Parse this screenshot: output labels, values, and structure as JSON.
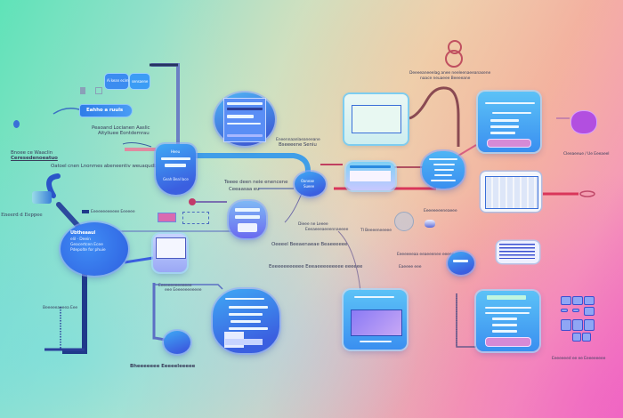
{
  "diagram": {
    "type": "flowchart-illustration",
    "note": "All labels in the source are AI-generated pseudo-text; strings below are shape-approximate placeholders.",
    "colors": {
      "background_left": "#5fe3b8",
      "background_right": "#f06cc0",
      "node_blue": "#3fa9f5",
      "node_indigo": "#3b5fe0",
      "connector_blue": "#3f9ee8",
      "connector_red": "#d9365a",
      "connector_navy": "#2b3f9a",
      "connector_brown": "#8a4a52",
      "accent_purple": "#b24fe0"
    },
    "nodes": {
      "top_left_tags": {
        "tag1": "Ai kean ecim-rle",
        "tag2": "sensaene"
      },
      "left_pill": {
        "label": "Eahho a ruuls"
      },
      "left_pill_caption": {
        "line1": "Peaoand Locianen Aaslic",
        "line2": "Aityliuee Eontdemrau"
      },
      "far_left_caption": {
        "line1": "Bnoee ce Waaclin",
        "line2": "Ceresedenoeatuo"
      },
      "mid_left_caption": {
        "text": "Oatoel cnen Lnonmes abeneentiv  weuaqudbe"
      },
      "left_hub": {
        "title": "Ubtheaaul",
        "line1": "elil - Deein",
        "line2": "Geacertcen Ecee",
        "line3": "Pdepolte for phuie"
      },
      "left_label_lower": {
        "text": "Eneerd d Eeppee"
      },
      "form_node": {
        "label1": "Heeu",
        "label2": "Geah Beal lace"
      },
      "top_monitor_caption": {
        "line1": "Eneennaanlaeaneeane",
        "line2": "Bseeeene Seniu"
      },
      "center_labels": {
        "line1": "Teeee deen neie enencene",
        "line2": "Ceeaasaa eu"
      },
      "center_bubble": {
        "line1": "Oaneae",
        "line2": "Sueee"
      },
      "top_right_caption": {
        "line1": "Deeeeaneeelag anee neeleenaeeanasene",
        "line2": "naace neuaeee Beeeeane"
      },
      "right_bubble_label": {
        "text": "Cleeaeeue / Ue Eeeaeel"
      },
      "mid_right_labels": {
        "a": "Dieee ne Leeee",
        "b": "Eeeaeeeaeeennaeeee",
        "c": "Tl Beeeeneeeee",
        "d": "Eeeeeeeeneaeee",
        "e": "Eeeeeeeaa eeaeeenee eeeee",
        "f": "Eaeeee eee"
      },
      "lower_center_labels": {
        "line1": "Oeeeel Beeaenaeae Beaeeeeee",
        "line2": "Eeeeeeeeeeee Eeeaeeeeeeeee eeeeee"
      },
      "left_stem_label": {
        "text": "Beeeeeaeeea Eee"
      },
      "lower_left_card_caption": {
        "line1": "Eeeeeeeeeeeeee",
        "line2": "eee Eeeeeeeeeeee"
      },
      "bottom_left_label": {
        "text": "Bheeeeeee Eeeeeleeeee"
      },
      "bottom_right_label": {
        "text": "Eeeeeeed ee ee Eeeeeeeee"
      },
      "small_blue_label": {
        "text": "Eeeeeeeeeeee Eeeeee"
      }
    }
  }
}
